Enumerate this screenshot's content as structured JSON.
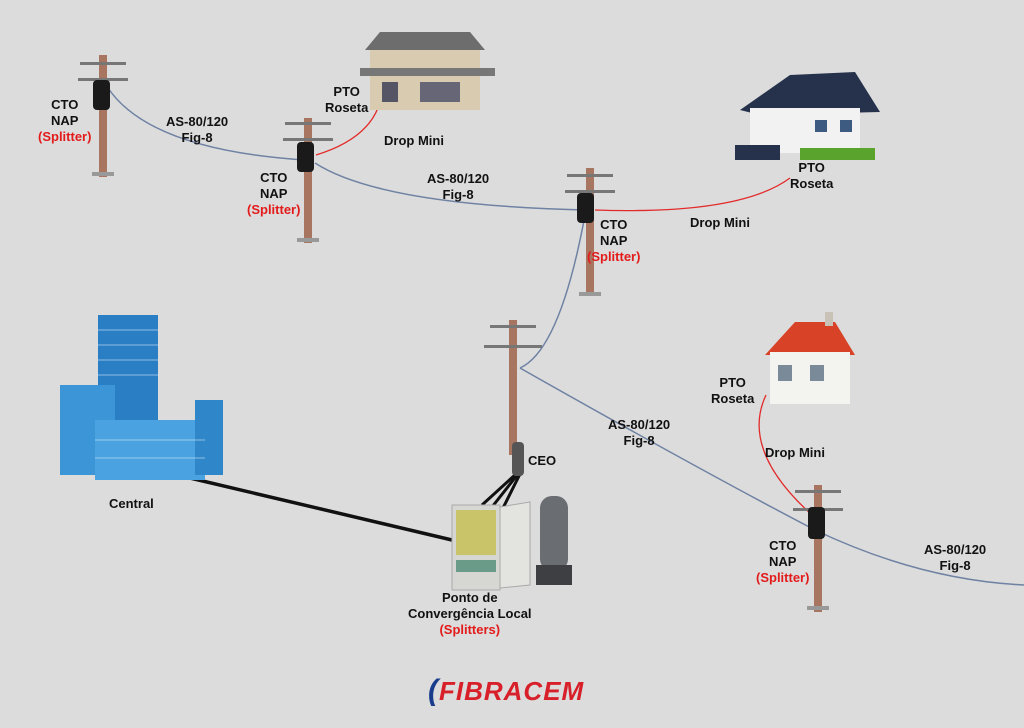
{
  "labels": {
    "cto1": {
      "a": "CTO",
      "b": "NAP",
      "c": "(Splitter)"
    },
    "cto2": {
      "a": "CTO",
      "b": "NAP",
      "c": "(Splitter)"
    },
    "cto3": {
      "a": "CTO",
      "b": "NAP",
      "c": "(Splitter)"
    },
    "cto4": {
      "a": "CTO",
      "b": "NAP",
      "c": "(Splitter)"
    },
    "cable1": {
      "a": "AS-80/120",
      "b": "Fig-8"
    },
    "cable2": {
      "a": "AS-80/120",
      "b": "Fig-8"
    },
    "cable3": {
      "a": "AS-80/120",
      "b": "Fig-8"
    },
    "cable4": {
      "a": "AS-80/120",
      "b": "Fig-8"
    },
    "pto1": {
      "a": "PTO",
      "b": "Roseta"
    },
    "pto2": {
      "a": "PTO",
      "b": "Roseta"
    },
    "pto3": {
      "a": "PTO",
      "b": "Roseta"
    },
    "drop1": "Drop Mini",
    "drop2": "Drop Mini",
    "drop3": "Drop Mini",
    "ceo": "CEO",
    "central": "Central",
    "pcl": {
      "a": "Ponto de",
      "b": "Convergência  Local",
      "c": "(Splitters)"
    }
  },
  "logo": "FIBRACEM",
  "colors": {
    "background": "#dcdcdc",
    "feeder": "#6f82a3",
    "drop": "#e32a2a",
    "trunk": "#111111",
    "splitter": "#e31b1b",
    "logo": "#d8202a"
  }
}
